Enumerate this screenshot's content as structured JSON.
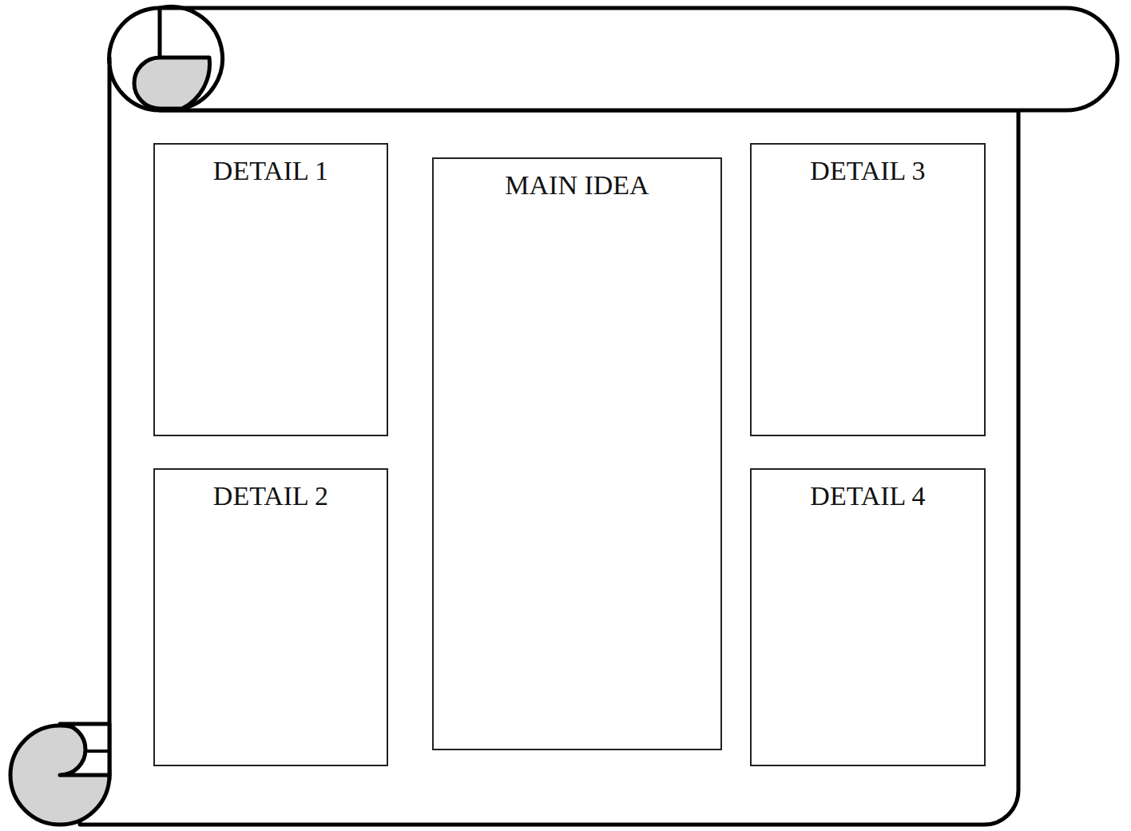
{
  "diagram": {
    "nodes": [
      {
        "text": [
          "DETAIL 1"
        ]
      },
      {
        "text": [
          "DETAIL 2"
        ]
      },
      {
        "text": [
          "MAIN IDEA"
        ]
      },
      {
        "text": [
          "DETAIL 3"
        ]
      },
      {
        "text": [
          "DETAIL 4"
        ]
      }
    ]
  }
}
